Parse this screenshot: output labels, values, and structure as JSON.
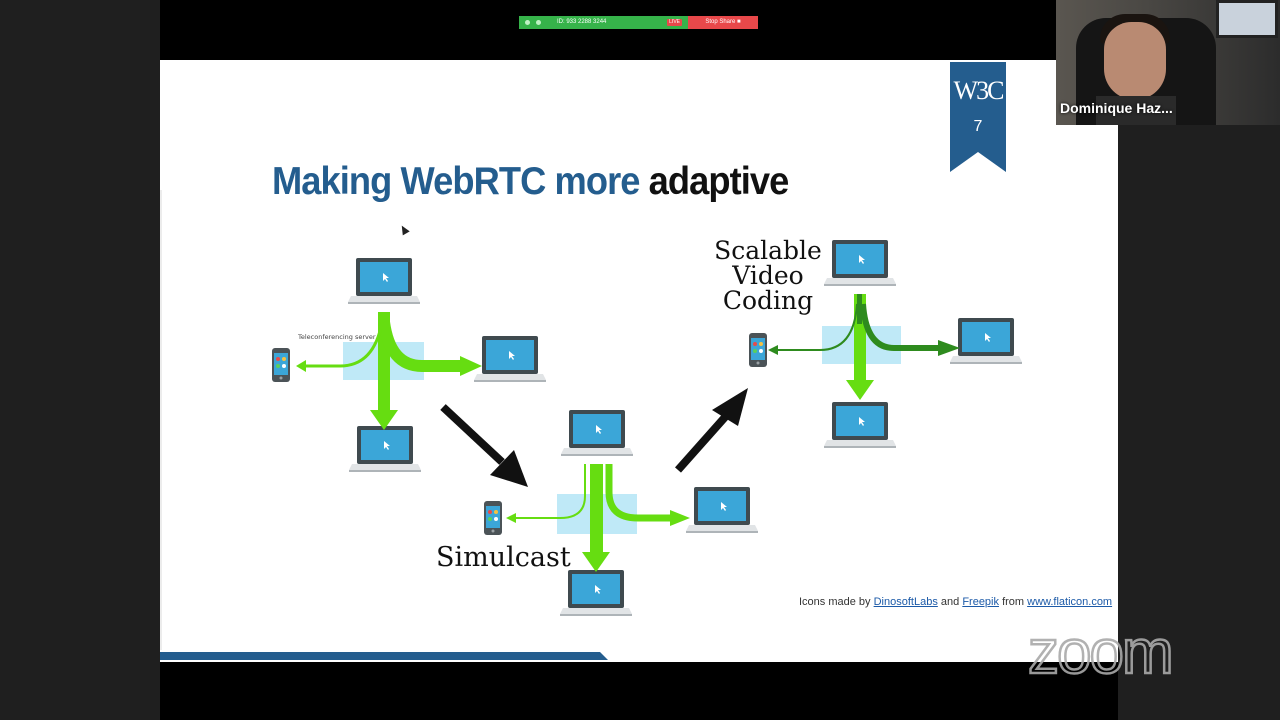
{
  "toolbar": {
    "meeting_id": "ID: 933 2288 3244",
    "live_badge": "LIVE",
    "stop_share_label": "Stop Share"
  },
  "slide": {
    "title_part1": "Making WebRTC more",
    "title_part2": "adaptive",
    "logo_text": "W3C",
    "slide_number": "7",
    "server_label": "Teleconferencing server",
    "svc_caption": [
      "Scalable",
      "Video",
      "Coding"
    ],
    "simulcast_caption": "Simulcast",
    "credits": {
      "prefix": "Icons made by",
      "link1": "DinosoftLabs",
      "and": "and",
      "link2": "Freepik",
      "from": "from",
      "link3": "www.flaticon.com"
    }
  },
  "participant": {
    "name": "Dominique Haz..."
  },
  "watermark": "zoom",
  "colors": {
    "title_blue": "#245d8e",
    "arrow_green": "#66dd11",
    "arrow_dark_green": "#2e8b1e",
    "server_box": "#bfe9f7",
    "toolbar_green": "#36b34a",
    "toolbar_red": "#e8484a"
  },
  "icons": [
    "laptop-icon",
    "phone-icon",
    "cursor-icon",
    "w3c-logo"
  ]
}
